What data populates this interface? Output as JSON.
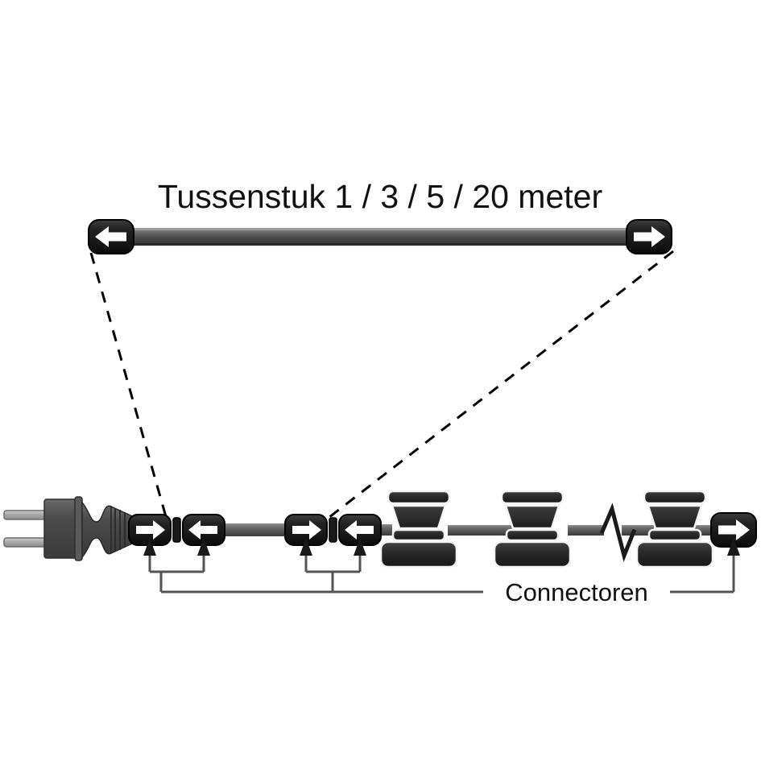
{
  "diagram": {
    "title": "Tussenstuk 1 / 3 / 5 / 20 meter",
    "callout_label": "Connectoren",
    "colors": {
      "background": "#ffffff",
      "cable_body": "#4a4a4a",
      "cable_highlight": "#6e6e6e",
      "cable_shadow": "#2b2b2b",
      "connector_body": "#202020",
      "connector_edge": "#000000",
      "arrow_fill": "#ffffff",
      "fixture_dark": "#1f1f1f",
      "fixture_shade": "#343434",
      "fixture_outline": "#f2f2f2",
      "line_stroke": "#555555",
      "dashed_stroke": "#000000",
      "text": "#111111"
    },
    "extension_piece": {
      "name": "Tussenstuk",
      "length_options": [
        "1",
        "3",
        "5",
        "20"
      ],
      "length_unit": "meter",
      "left_end_arrow": "arrow-left",
      "right_end_arrow": "arrow-right"
    },
    "chain": {
      "plug_label": "mains-plug",
      "connector_pairs": [
        {
          "left_arrow": "arrow-right",
          "right_arrow": "arrow-left"
        },
        {
          "left_arrow": "arrow-right",
          "right_arrow": "arrow-left"
        }
      ],
      "fixtures_count": 3,
      "break_symbol": "zigzag",
      "end_connector_arrow": "arrow-right"
    }
  }
}
